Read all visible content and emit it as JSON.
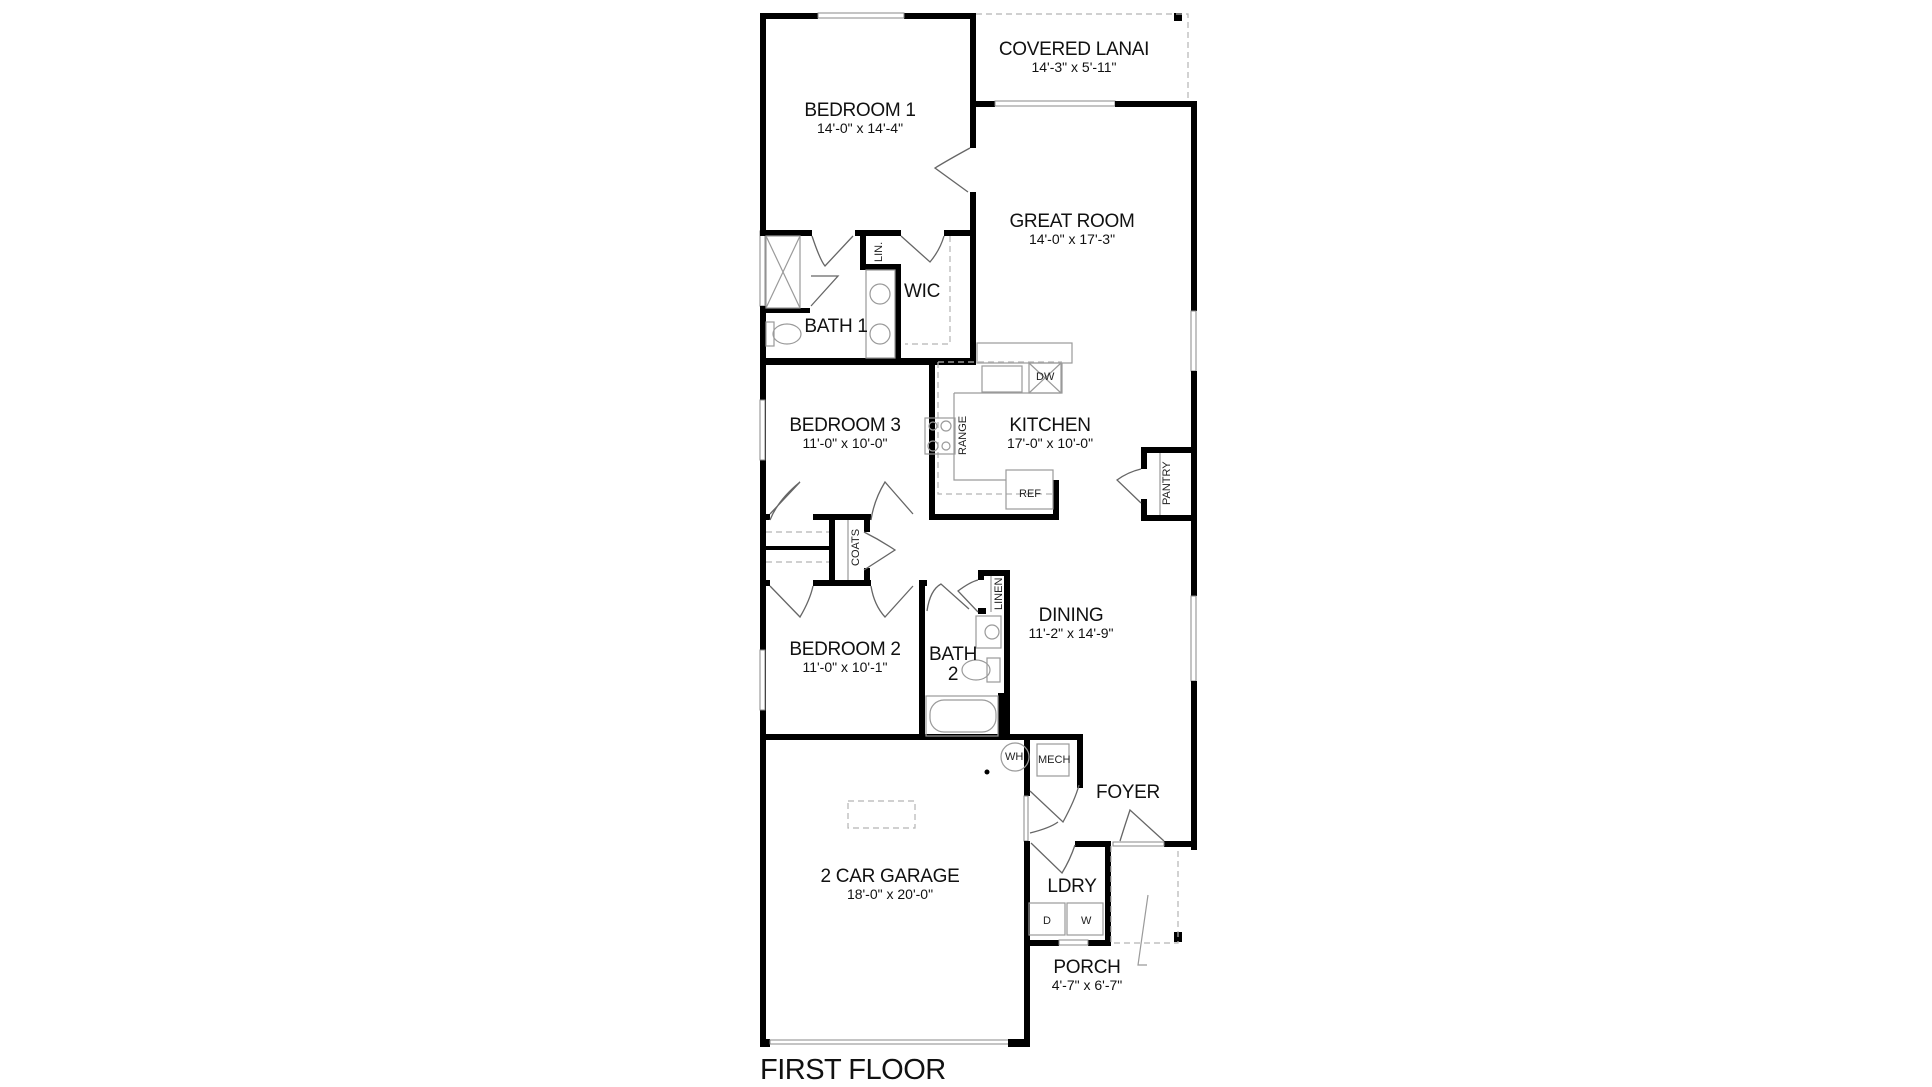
{
  "plan": {
    "title": "FIRST FLOOR",
    "rooms": {
      "covered_lanai": {
        "name": "COVERED LANAI",
        "dims": "14'-3\" x 5'-11\""
      },
      "bedroom1": {
        "name": "BEDROOM 1",
        "dims": "14'-0\" x 14'-4\""
      },
      "great_room": {
        "name": "GREAT ROOM",
        "dims": "14'-0\" x 17'-3\""
      },
      "wic": {
        "name": "WIC"
      },
      "bath1": {
        "name": "BATH 1"
      },
      "bedroom3": {
        "name": "BEDROOM 3",
        "dims": "11'-0\" x 10'-0\""
      },
      "kitchen": {
        "name": "KITCHEN",
        "dims": "17'-0\" x 10'-0\""
      },
      "dining": {
        "name": "DINING",
        "dims": "11'-2\" x 14'-9\""
      },
      "bedroom2": {
        "name": "BEDROOM 2",
        "dims": "11'-0\" x 10'-1\""
      },
      "bath2": {
        "name": "BATH",
        "name2": "2"
      },
      "foyer": {
        "name": "FOYER"
      },
      "garage": {
        "name": "2 CAR GARAGE",
        "dims": "18'-0\" x 20'-0\""
      },
      "laundry": {
        "name": "LDRY"
      },
      "porch": {
        "name": "PORCH",
        "dims": "4'-7\" x 6'-7\""
      }
    },
    "fixtures": {
      "lin": "LIN.",
      "dw": "DW",
      "range": "RANGE",
      "ref": "REF",
      "pantry": "PANTRY",
      "coats": "COATS",
      "linen": "LINEN",
      "wh": "WH",
      "mech": "MECH",
      "dryer": "D",
      "washer": "W"
    },
    "colors": {
      "wall": "#000000",
      "fixture": "#9a9a9a",
      "background": "#ffffff"
    }
  }
}
